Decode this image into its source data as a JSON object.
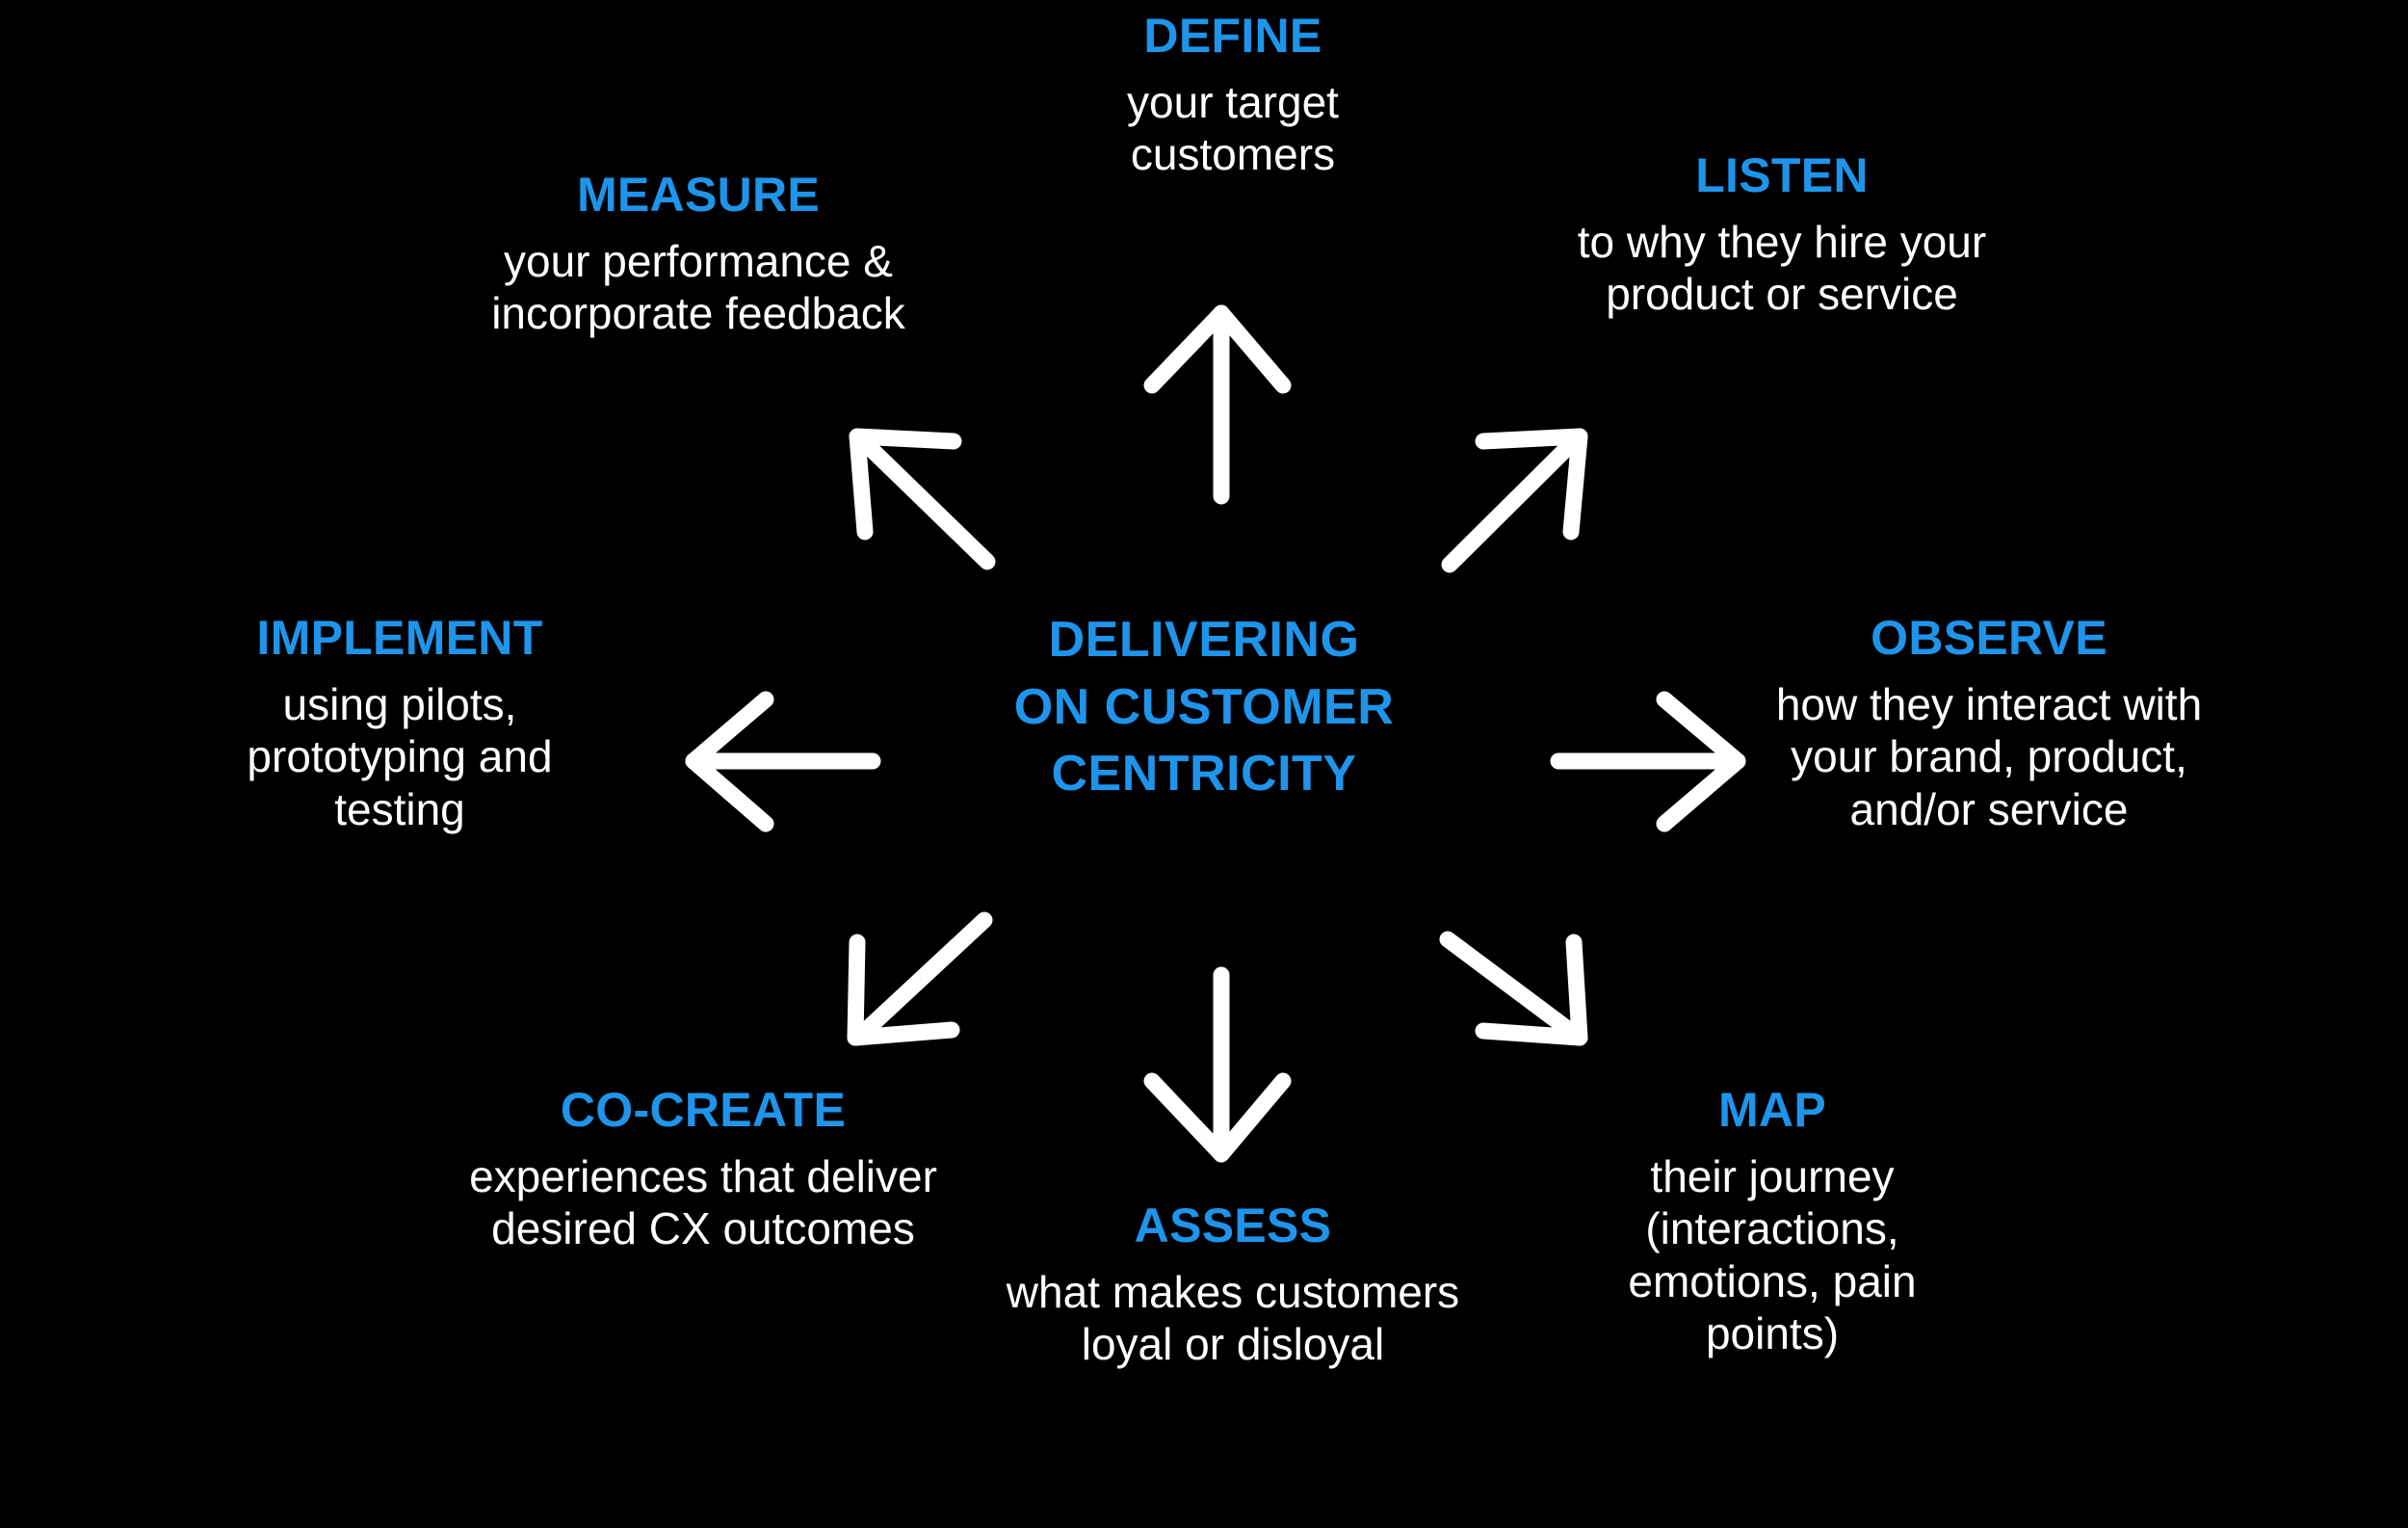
{
  "meta": {
    "background_color": "#000000",
    "accent_color": "#1E95EB",
    "text_color": "#FFFFFF"
  },
  "center": {
    "line1": "DELIVERING",
    "line2": "ON CUSTOMER",
    "line3": "CENTRICITY"
  },
  "nodes": {
    "define": {
      "title": "DEFINE",
      "desc": "your target customers"
    },
    "listen": {
      "title": "LISTEN",
      "desc": "to why they hire your product or service"
    },
    "observe": {
      "title": "OBSERVE",
      "desc": "how they interact with your brand, product, and/or service"
    },
    "map": {
      "title": "MAP",
      "desc": "their journey (interactions, emotions, pain points)"
    },
    "assess": {
      "title": "ASSESS",
      "desc": "what makes customers loyal or disloyal"
    },
    "cocreate": {
      "title": "CO-CREATE",
      "desc": "experiences that deliver desired CX outcomes"
    },
    "implement": {
      "title": "IMPLEMENT",
      "desc": "using pilots, prototyping and testing"
    },
    "measure": {
      "title": "MEASURE",
      "desc": "your performance & incorporate feedback"
    }
  },
  "arrows": [
    {
      "name": "arrow-up",
      "direction": "up",
      "points_to": "define"
    },
    {
      "name": "arrow-up-right",
      "direction": "up-right",
      "points_to": "listen"
    },
    {
      "name": "arrow-right",
      "direction": "right",
      "points_to": "observe"
    },
    {
      "name": "arrow-down-right",
      "direction": "down-right",
      "points_to": "map"
    },
    {
      "name": "arrow-down",
      "direction": "down",
      "points_to": "assess"
    },
    {
      "name": "arrow-down-left",
      "direction": "down-left",
      "points_to": "cocreate"
    },
    {
      "name": "arrow-left",
      "direction": "left",
      "points_to": "implement"
    },
    {
      "name": "arrow-up-left",
      "direction": "up-left",
      "points_to": "measure"
    }
  ]
}
